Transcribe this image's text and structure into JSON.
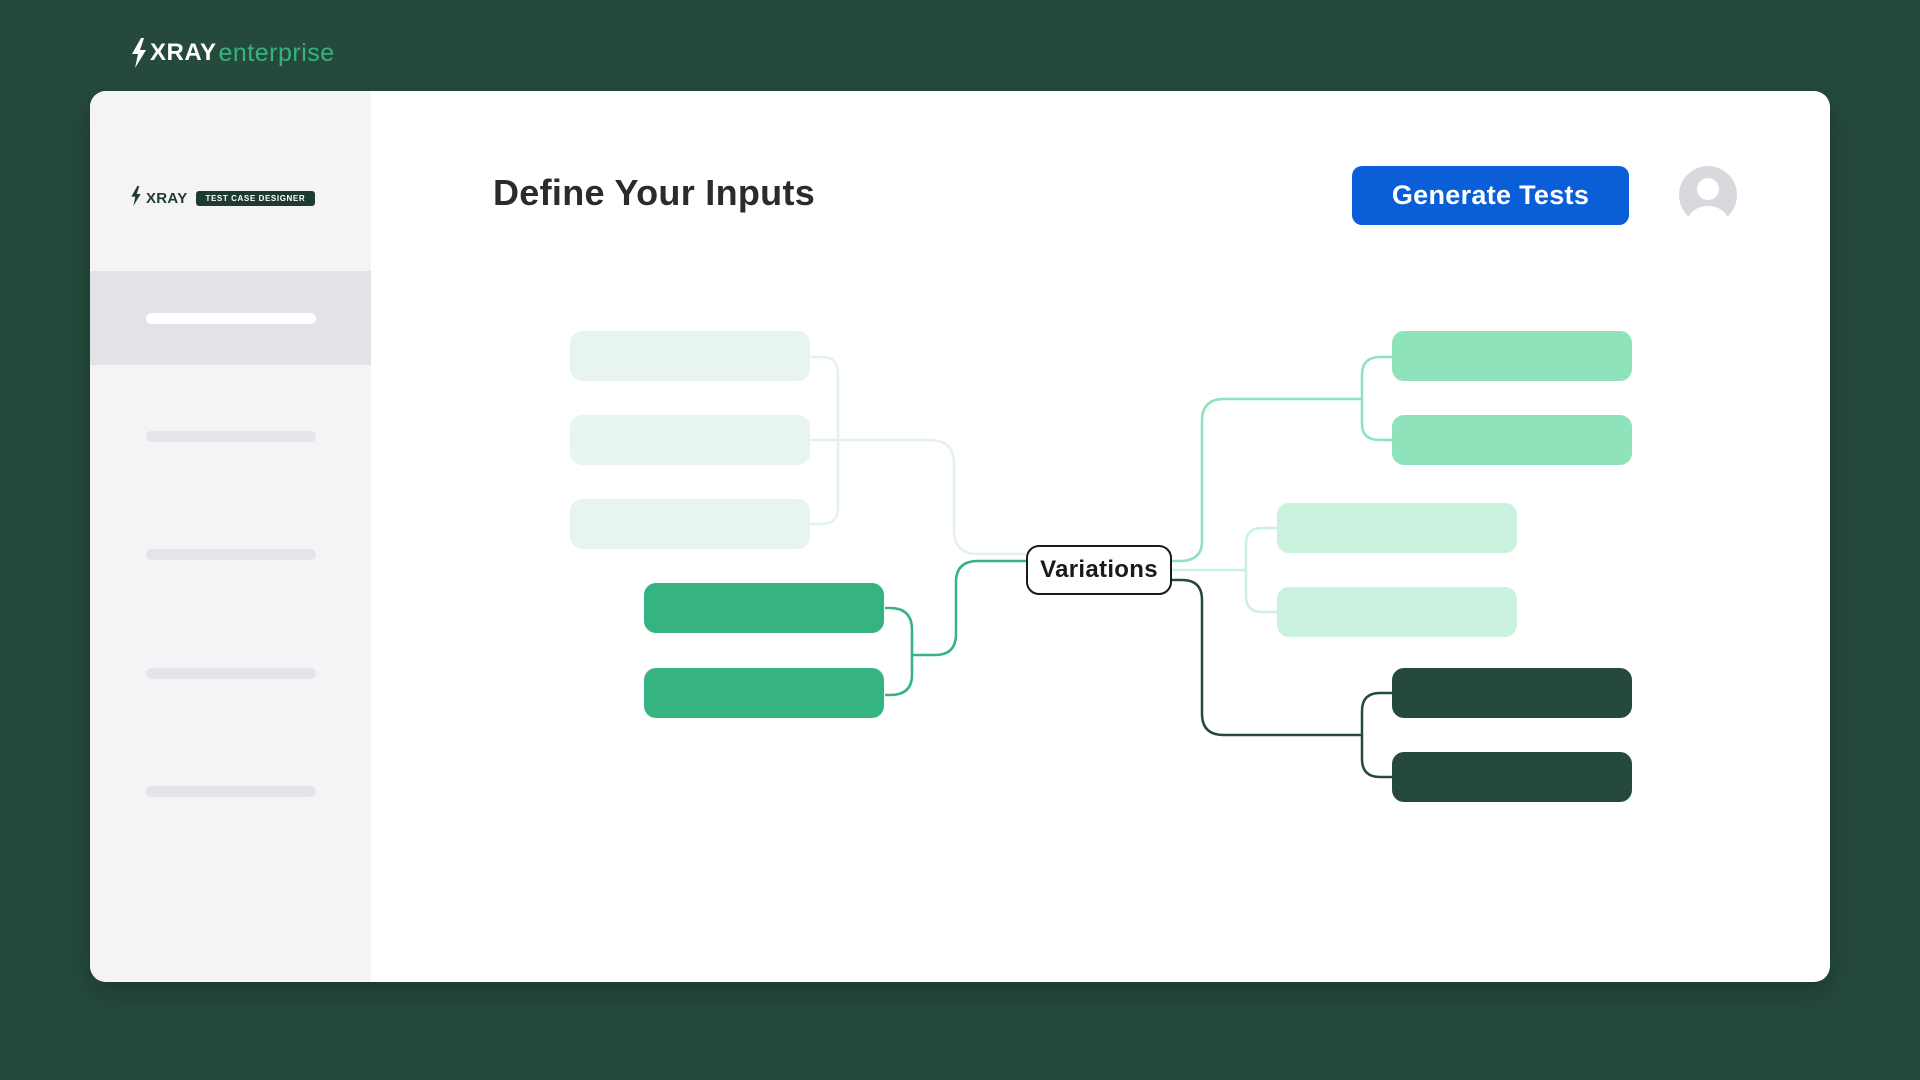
{
  "brand": {
    "name": "XRAY",
    "suffix": "enterprise",
    "icon": "lightning-bolt-icon"
  },
  "sidebar": {
    "logo_name": "XRAY",
    "logo_badge": "TEST CASE DESIGNER",
    "items": [
      {
        "label": "",
        "active": true
      },
      {
        "label": "",
        "active": false
      },
      {
        "label": "",
        "active": false
      },
      {
        "label": "",
        "active": false
      },
      {
        "label": "",
        "active": false
      }
    ]
  },
  "header": {
    "title": "Define Your Inputs",
    "generate_button": "Generate Tests",
    "avatar_icon": "user-avatar-icon"
  },
  "diagram": {
    "center_label": "Variations",
    "left_groups": [
      {
        "color": "#e8f5ef",
        "nodes": 3
      },
      {
        "color": "#35b380",
        "nodes": 2
      }
    ],
    "right_groups": [
      {
        "color": "#8ee3bb",
        "nodes": 2
      },
      {
        "color": "#c8f2dd",
        "nodes": 2
      },
      {
        "color": "#254a3c",
        "nodes": 2
      }
    ]
  },
  "colors": {
    "background": "#254a3c",
    "accent": "#35b380",
    "button": "#0a5fd8"
  }
}
